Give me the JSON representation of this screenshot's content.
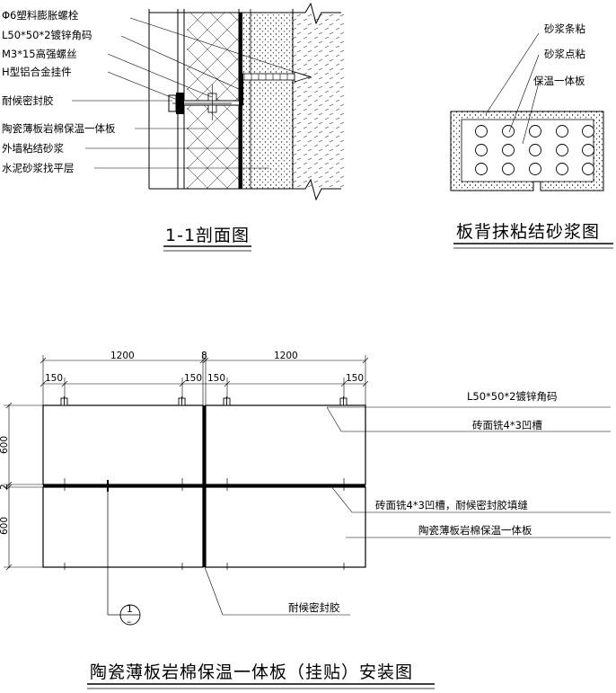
{
  "section": {
    "title": "1-1剖面图",
    "labels": [
      "Φ6塑料膨胀螺栓",
      "L50*50*2镀锌角码",
      "M3*15高强螺丝",
      "H型铝合金挂件",
      "耐候密封胶",
      "陶瓷薄板岩棉保温一体板",
      "外墙粘结砂浆",
      "水泥砂浆找平层"
    ]
  },
  "back": {
    "title": "板背抹粘结砂浆图",
    "labels": [
      "砂浆条粘",
      "砂浆点粘",
      "保温一体板"
    ]
  },
  "elevation": {
    "title": "陶瓷薄板岩棉保温一体板（挂贴）安装图",
    "dims_top": [
      "1200",
      "8",
      "1200"
    ],
    "dims_edge": [
      "150",
      "150",
      "150",
      "150"
    ],
    "dims_left": [
      "600",
      "2",
      "600"
    ],
    "labels": [
      "L50*50*2镀锌角码",
      "砖面铣4*3凹槽",
      "砖面铣4*3凹槽，耐候密封胶填缝",
      "陶瓷薄板岩棉保温一体板",
      "耐候密封胶"
    ],
    "callout": [
      "1",
      "–"
    ]
  }
}
